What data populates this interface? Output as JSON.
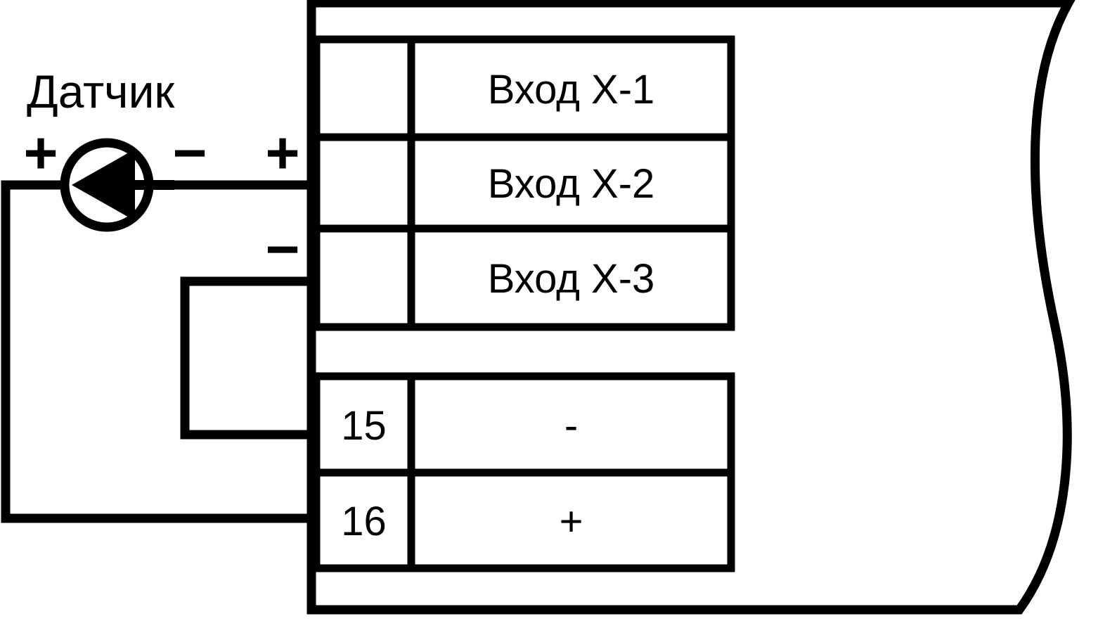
{
  "diagram": {
    "title_label": "Датчик",
    "sensor": {
      "symbol_name": "current-source-arrow-left",
      "left_terminal_sign": "+",
      "right_terminal_sign": "−"
    },
    "device_input_sign": "+",
    "device_common_sign": "−",
    "terminal_table_top": {
      "rows": [
        {
          "number": "",
          "label": "Вход X-1"
        },
        {
          "number": "",
          "label": "Вход X-2"
        },
        {
          "number": "",
          "label": "Вход X-3"
        }
      ]
    },
    "terminal_table_bottom": {
      "rows": [
        {
          "number": "15",
          "label": "-"
        },
        {
          "number": "16",
          "label": "+"
        }
      ]
    },
    "colors": {
      "line": "#000000",
      "background": "#ffffff"
    }
  }
}
